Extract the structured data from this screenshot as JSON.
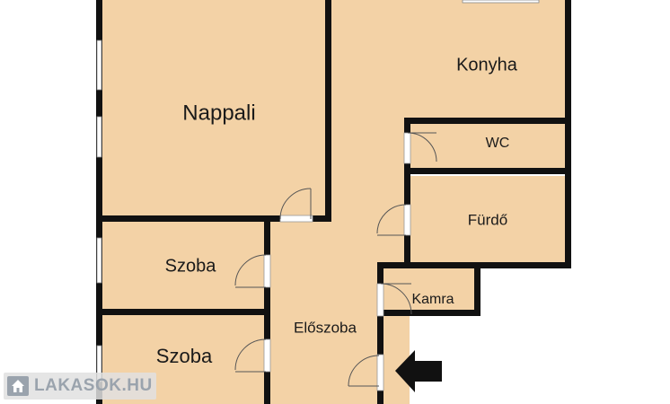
{
  "rooms": {
    "nappali": "Nappali",
    "konyha": "Konyha",
    "wc": "WC",
    "furdo": "Fürdő",
    "szoba_1": "Szoba",
    "szoba_2": "Szoba",
    "kamra": "Kamra",
    "eloszoba": "Előszoba"
  },
  "watermark": {
    "text": "LAKASOK.HU"
  },
  "colors": {
    "room_fill": "#f3d2a6",
    "wall": "#111111",
    "watermark": "#9aa3ad"
  },
  "icons": {
    "entrance": "arrow-left-icon",
    "logo": "house-icon"
  }
}
